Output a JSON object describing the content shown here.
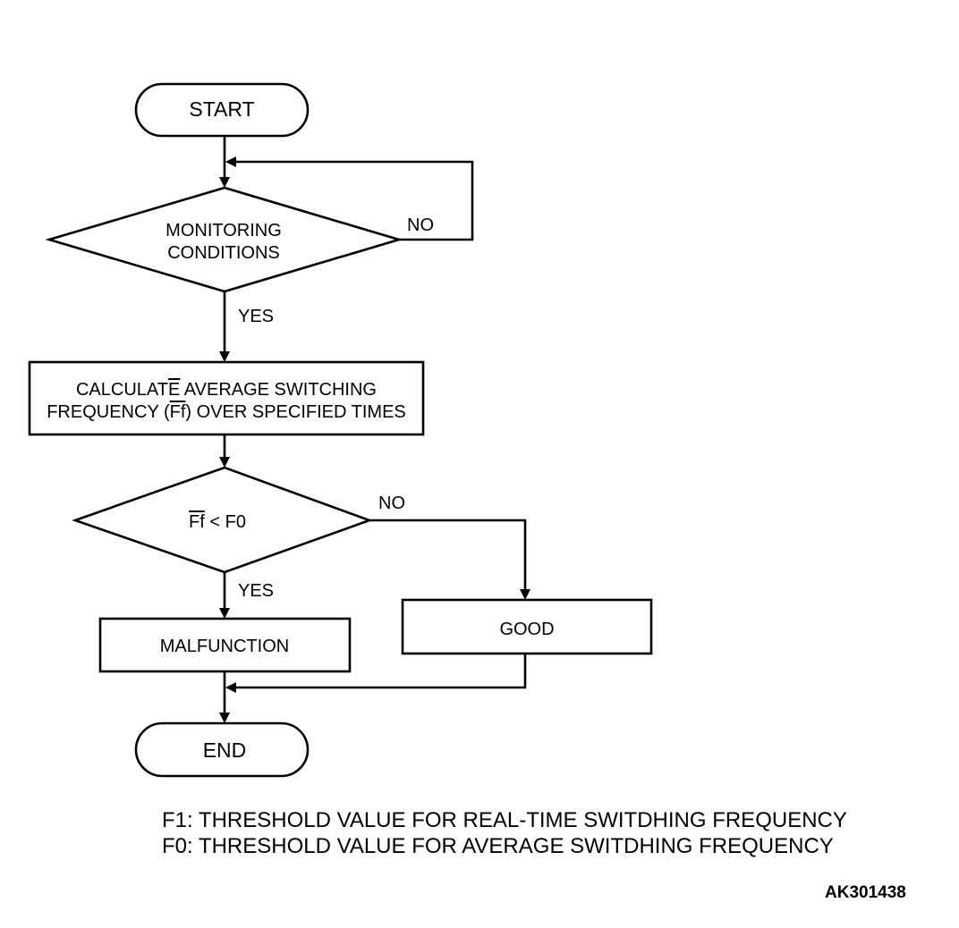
{
  "flowchart": {
    "start": "START",
    "monitoring": {
      "line1": "MONITORING",
      "line2": "CONDITIONS"
    },
    "monitoring_no": "NO",
    "monitoring_yes": "YES",
    "calculate": {
      "line1a": "CALCULAT",
      "line1b": "E",
      "line1c": " AVERAGE SWITCHING",
      "line2a": "FREQUENCY (",
      "line2b": "Ff",
      "line2c": ") OVER SPECIFIED TIMES"
    },
    "decision": {
      "overlined": "Ff",
      "rest": " < F0"
    },
    "decision_no": "NO",
    "decision_yes": "YES",
    "malfunction": "MALFUNCTION",
    "good": "GOOD",
    "end": "END"
  },
  "legend": {
    "f1": "F1: THRESHOLD VALUE FOR REAL-TIME SWITDHING FREQUENCY",
    "f0": "F0: THRESHOLD VALUE FOR AVERAGE SWITDHING FREQUENCY"
  },
  "figure_id": "AK301438"
}
